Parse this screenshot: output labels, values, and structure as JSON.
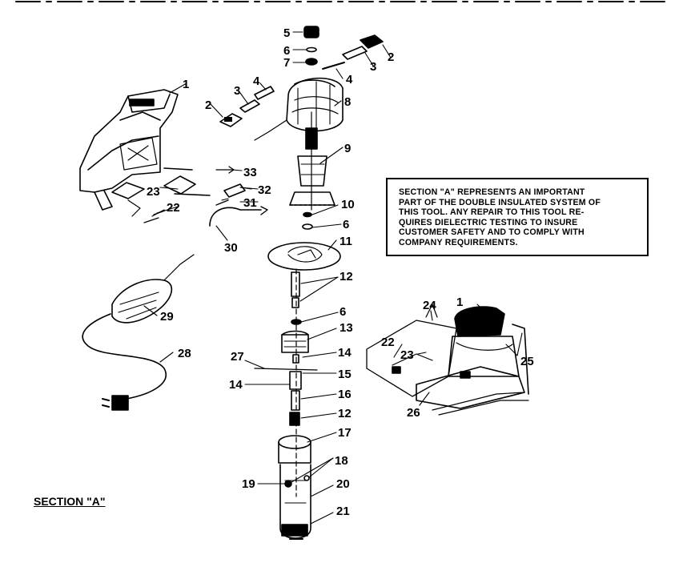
{
  "labels": {
    "p1a": "1",
    "p1b": "1",
    "p2a": "2",
    "p2b": "2",
    "p3a": "3",
    "p3b": "3",
    "p4a": "4",
    "p4b": "4",
    "p5": "5",
    "p6a": "6",
    "p6b": "6",
    "p6c": "6",
    "p7": "7",
    "p8": "8",
    "p9": "9",
    "p10": "10",
    "p11": "11",
    "p12a": "12",
    "p12b": "12",
    "p13": "13",
    "p14a": "14",
    "p14b": "14",
    "p15": "15",
    "p16": "16",
    "p17": "17",
    "p18": "18",
    "p19": "19",
    "p20": "20",
    "p21": "21",
    "p22a": "22",
    "p22b": "22",
    "p23a": "23",
    "p23b": "23",
    "p24": "24",
    "p25": "25",
    "p26": "26",
    "p27": "27",
    "p28": "28",
    "p29": "29",
    "p30": "30",
    "p31": "31",
    "p32": "32",
    "p33": "33"
  },
  "note": {
    "lines": [
      "SECTION \"A\" REPRESENTS AN IMPORTANT",
      "PART OF THE DOUBLE INSULATED SYSTEM OF",
      "THIS TOOL. ANY REPAIR TO THIS TOOL RE-",
      "QUIRES DIELECTRIC TESTING TO INSURE",
      "CUSTOMER SAFETY AND TO COMPLY WITH",
      "COMPANY REQUIREMENTS."
    ]
  },
  "section_title": "SECTION \"A\""
}
